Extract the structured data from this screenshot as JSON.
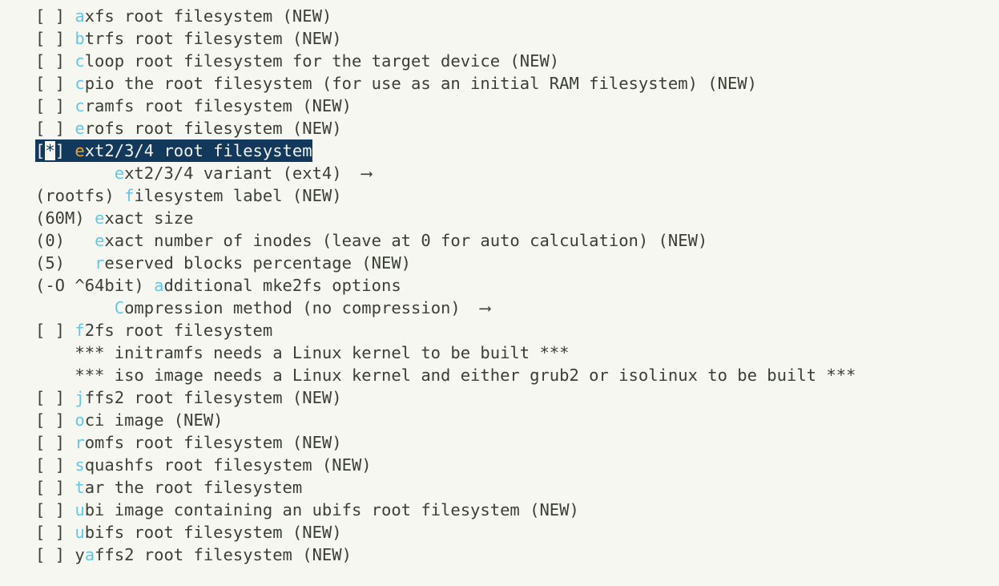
{
  "screen": {
    "kind": "kconfig-menuconfig-list",
    "title": "Filesystem images",
    "colors": {
      "background": "#f7f7f1",
      "text": "#3b3f36",
      "hotkey": "#63c8e6",
      "selected_background": "#12395c",
      "selected_text": "#f2f2ea",
      "selected_hotkey": "#f0a32a",
      "cursor_background": "#f7f7f1"
    }
  },
  "rows": [
    {
      "type": "checkbox",
      "prefix": "[ ] ",
      "hot": "a",
      "rest": "xfs root filesystem (NEW)",
      "checked": false,
      "selected": false,
      "name": "menu-item-axfs"
    },
    {
      "type": "checkbox",
      "prefix": "[ ] ",
      "hot": "b",
      "rest": "trfs root filesystem (NEW)",
      "checked": false,
      "selected": false,
      "name": "menu-item-btrfs"
    },
    {
      "type": "checkbox",
      "prefix": "[ ] ",
      "hot": "c",
      "rest": "loop root filesystem for the target device (NEW)",
      "checked": false,
      "selected": false,
      "name": "menu-item-cloop"
    },
    {
      "type": "checkbox",
      "prefix": "[ ] ",
      "hot": "c",
      "rest": "pio the root filesystem (for use as an initial RAM filesystem) (NEW)",
      "checked": false,
      "selected": false,
      "name": "menu-item-cpio"
    },
    {
      "type": "checkbox",
      "prefix": "[ ] ",
      "hot": "c",
      "rest": "ramfs root filesystem (NEW)",
      "checked": false,
      "selected": false,
      "name": "menu-item-cramfs"
    },
    {
      "type": "checkbox",
      "prefix": "[ ] ",
      "hot": "e",
      "rest": "rofs root filesystem (NEW)",
      "checked": false,
      "selected": false,
      "name": "menu-item-erofs"
    },
    {
      "type": "checkbox",
      "prefix_left": "[",
      "cursor_char": "*",
      "prefix_right": "] ",
      "hot": "e",
      "rest": "xt2/3/4 root filesystem",
      "checked": true,
      "selected": true,
      "name": "menu-item-ext2-3-4"
    },
    {
      "type": "submenu",
      "indent": "        ",
      "hot": "e",
      "rest": "xt2/3/4 variant (ext4)",
      "arrow": "⟶",
      "selected": false,
      "name": "menu-item-ext-variant"
    },
    {
      "type": "entry",
      "value": "(rootfs) ",
      "hot": "f",
      "rest": "ilesystem label (NEW)",
      "selected": false,
      "name": "menu-item-filesystem-label"
    },
    {
      "type": "entry",
      "value": "(60M) ",
      "hot": "e",
      "rest": "xact size",
      "selected": false,
      "name": "menu-item-exact-size"
    },
    {
      "type": "entry",
      "value": "(0)   ",
      "hot": "e",
      "rest": "xact number of inodes (leave at 0 for auto calculation) (NEW)",
      "selected": false,
      "name": "menu-item-exact-inodes"
    },
    {
      "type": "entry",
      "value": "(5)   ",
      "hot": "r",
      "rest": "eserved blocks percentage (NEW)",
      "selected": false,
      "name": "menu-item-reserved-blocks"
    },
    {
      "type": "entry",
      "value": "(-O ^64bit) ",
      "hot": "a",
      "rest": "dditional mke2fs options",
      "selected": false,
      "name": "menu-item-mke2fs-options"
    },
    {
      "type": "submenu",
      "indent": "        ",
      "hot": "C",
      "rest": "ompression method (no compression)",
      "arrow": "⟶",
      "selected": false,
      "name": "menu-item-compression-method"
    },
    {
      "type": "checkbox",
      "prefix": "[ ] ",
      "hot": "f",
      "rest": "2fs root filesystem",
      "checked": false,
      "selected": false,
      "name": "menu-item-f2fs"
    },
    {
      "type": "comment",
      "indent": "    ",
      "text": "*** initramfs needs a Linux kernel to be built ***",
      "selected": false,
      "name": "menu-comment-initramfs"
    },
    {
      "type": "comment",
      "indent": "    ",
      "text": "*** iso image needs a Linux kernel and either grub2 or isolinux to be built ***",
      "selected": false,
      "name": "menu-comment-iso"
    },
    {
      "type": "checkbox",
      "prefix": "[ ] ",
      "hot": "j",
      "rest": "ffs2 root filesystem (NEW)",
      "checked": false,
      "selected": false,
      "name": "menu-item-jffs2"
    },
    {
      "type": "checkbox",
      "prefix": "[ ] ",
      "hot": "o",
      "rest": "ci image (NEW)",
      "checked": false,
      "selected": false,
      "name": "menu-item-oci-image"
    },
    {
      "type": "checkbox",
      "prefix": "[ ] ",
      "hot": "r",
      "rest": "omfs root filesystem (NEW)",
      "checked": false,
      "selected": false,
      "name": "menu-item-romfs"
    },
    {
      "type": "checkbox",
      "prefix": "[ ] ",
      "hot": "s",
      "rest": "quashfs root filesystem (NEW)",
      "checked": false,
      "selected": false,
      "name": "menu-item-squashfs"
    },
    {
      "type": "checkbox",
      "prefix": "[ ] ",
      "hot": "t",
      "rest": "ar the root filesystem",
      "checked": false,
      "selected": false,
      "name": "menu-item-tar"
    },
    {
      "type": "checkbox",
      "prefix": "[ ] ",
      "hot": "u",
      "rest": "bi image containing an ubifs root filesystem (NEW)",
      "checked": false,
      "selected": false,
      "name": "menu-item-ubi-image"
    },
    {
      "type": "checkbox",
      "prefix": "[ ] ",
      "hot": "u",
      "rest": "bifs root filesystem (NEW)",
      "checked": false,
      "selected": false,
      "name": "menu-item-ubifs"
    },
    {
      "type": "checkbox",
      "prefix": "[ ] y",
      "hot": "a",
      "rest": "ffs2 root filesystem (NEW)",
      "checked": false,
      "selected": false,
      "name": "menu-item-yaffs2"
    }
  ]
}
